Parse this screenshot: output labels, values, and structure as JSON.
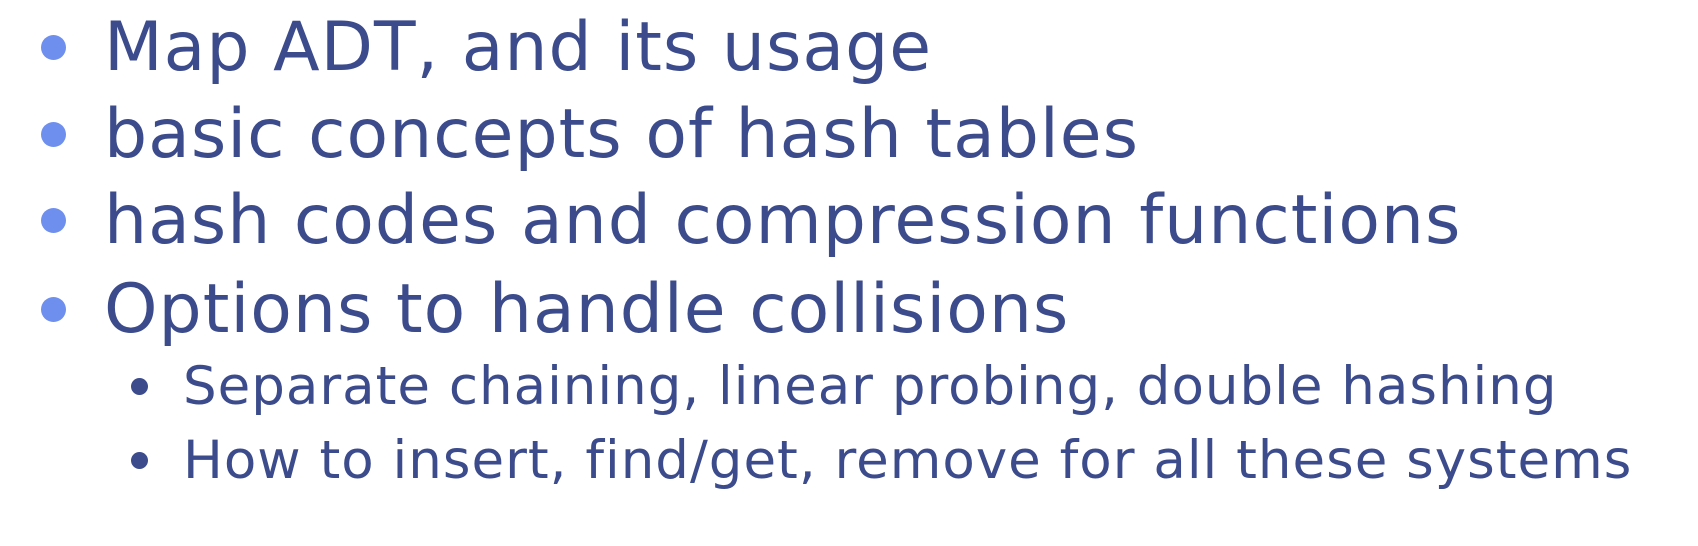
{
  "bullets": [
    {
      "text": "Map ADT, and its usage",
      "level": 1
    },
    {
      "text": "basic concepts of hash tables",
      "level": 1
    },
    {
      "text": "hash codes and compression functions",
      "level": 1
    },
    {
      "text": "Options to handle collisions",
      "level": 1
    },
    {
      "text": "Separate chaining, linear probing, double hashing",
      "level": 2
    },
    {
      "text": "How to insert, find/get, remove for all these systems",
      "level": 2
    }
  ],
  "colors": {
    "text": "#3b4b8c",
    "level1_bullet": "#6f8fee",
    "level2_bullet": "#3b4b8c"
  }
}
